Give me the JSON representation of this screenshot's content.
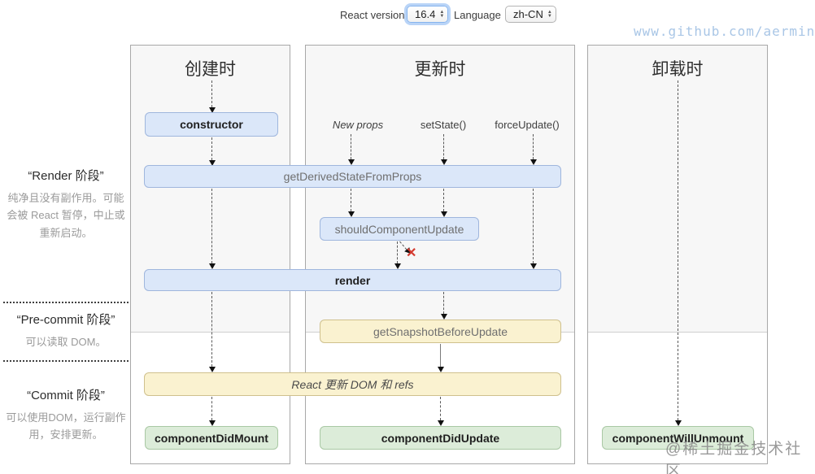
{
  "header": {
    "react_version_label": "React version",
    "react_version_value": "16.4",
    "language_label": "Language",
    "language_value": "zh-CN"
  },
  "watermark_top": "www.github.com/aermin",
  "watermark_bottom": "@稀土掘金技术社区",
  "columns": [
    {
      "title": "创建时"
    },
    {
      "title": "更新时"
    },
    {
      "title": "卸载时"
    }
  ],
  "phase_labels": [
    {
      "title": "“Render 阶段”",
      "desc": "纯净且没有副作用。可能会被 React 暂停，中止或重新启动。"
    },
    {
      "title": "“Pre-commit 阶段”",
      "desc": "可以读取 DOM。"
    },
    {
      "title": "“Commit 阶段”",
      "desc": "可以使用DOM，运行副作用，安排更新。"
    }
  ],
  "triggers": [
    "New props",
    "setState()",
    "forceUpdate()"
  ],
  "boxes": {
    "constructor": "constructor",
    "get_derived_state_from_props": "getDerivedStateFromProps",
    "should_component_update": "shouldComponentUpdate",
    "render": "render",
    "get_snapshot_before_update": "getSnapshotBeforeUpdate",
    "react_updates_dom": "React 更新 DOM 和 refs",
    "component_did_mount": "componentDidMount",
    "component_did_update": "componentDidUpdate",
    "component_will_unmount": "componentWillUnmount"
  },
  "icons": {
    "stepper_up": "▲",
    "stepper_down": "▼",
    "skip_update_x": "✕"
  },
  "colors": {
    "box_blue_bg": "#dbe7f9",
    "box_blue_border": "#9fb6dd",
    "box_yellow_bg": "#faf2d0",
    "box_yellow_border": "#cfc08d",
    "box_green_bg": "#dcecd9",
    "box_green_border": "#a9c8a4",
    "focus_ring": "#7fb1f0",
    "skip_x_red": "#d43a2f",
    "watermark_blue": "#a9c6e6"
  }
}
